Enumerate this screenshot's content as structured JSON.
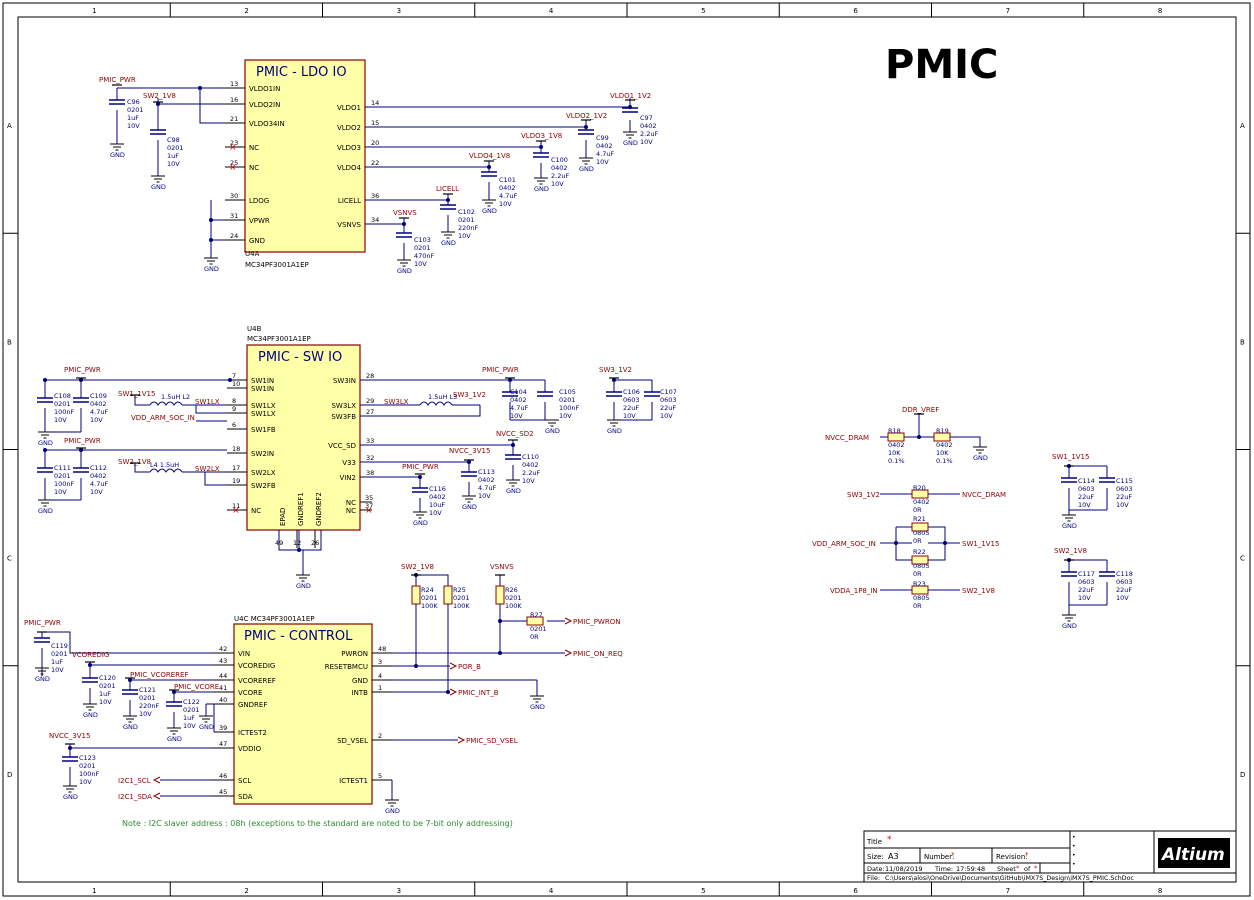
{
  "sheet": {
    "title": "PMIC",
    "note": "Note : I2C slaver address : 08h (exceptions to the standard are noted to be 7-bit only addressing)",
    "columns": [
      "1",
      "2",
      "3",
      "4",
      "5",
      "6",
      "7",
      "8"
    ],
    "rows": [
      "A",
      "B",
      "C",
      "D"
    ]
  },
  "ldo": {
    "title": "PMIC - LDO IO",
    "designator": "U4A",
    "part": "MC34PF3001A1EP",
    "left_pins": [
      {
        "n": "13",
        "name": "VLDO1IN"
      },
      {
        "n": "16",
        "name": "VLDO2IN"
      },
      {
        "n": "21",
        "name": "VLDO34IN"
      },
      {
        "n": "23",
        "name": "NC"
      },
      {
        "n": "25",
        "name": "NC"
      },
      {
        "n": "30",
        "name": "LDOG"
      },
      {
        "n": "31",
        "name": "VPWR"
      },
      {
        "n": "24",
        "name": "GND"
      }
    ],
    "right_pins": [
      {
        "n": "14",
        "name": "VLDO1"
      },
      {
        "n": "15",
        "name": "VLDO2"
      },
      {
        "n": "20",
        "name": "VLDO3"
      },
      {
        "n": "22",
        "name": "VLDO4"
      },
      {
        "n": "36",
        "name": "LICELL"
      },
      {
        "n": "34",
        "name": "VSNVS"
      }
    ]
  },
  "sw": {
    "title": "PMIC - SW IO",
    "designator": "U4B",
    "part": "MC34PF3001A1EP",
    "left_pins": [
      {
        "n": "7",
        "name": "SW1IN"
      },
      {
        "n": "10",
        "name": "SW1IN"
      },
      {
        "n": "8",
        "name": "SW1LX"
      },
      {
        "n": "9",
        "name": "SW1LX"
      },
      {
        "n": "6",
        "name": "SW1FB"
      },
      {
        "n": "18",
        "name": "SW2IN"
      },
      {
        "n": "17",
        "name": "SW2LX"
      },
      {
        "n": "19",
        "name": "SW2FB"
      },
      {
        "n": "11",
        "name": "NC"
      }
    ],
    "right_pins": [
      {
        "n": "28",
        "name": "SW3IN"
      },
      {
        "n": "29",
        "name": "SW3LX"
      },
      {
        "n": "27",
        "name": "SW3FB"
      },
      {
        "n": "33",
        "name": "VCC_SD"
      },
      {
        "n": "32",
        "name": "V33"
      },
      {
        "n": "38",
        "name": "VIN2"
      },
      {
        "n": "35",
        "name": "NC"
      },
      {
        "n": "37",
        "name": "NC"
      }
    ],
    "bottom_pins": [
      {
        "n": "49",
        "name": "EPAD"
      },
      {
        "n": "12",
        "name": "GNDREF1"
      },
      {
        "n": "26",
        "name": "GNDREF2"
      }
    ]
  },
  "ctrl": {
    "title": "PMIC - CONTROL",
    "designator": "U4C",
    "part": "MC34PF3001A1EP",
    "left_pins": [
      {
        "n": "42",
        "name": "VIN"
      },
      {
        "n": "43",
        "name": "VCOREDIG"
      },
      {
        "n": "44",
        "name": "VCOREREF"
      },
      {
        "n": "41",
        "name": "VCORE"
      },
      {
        "n": "40",
        "name": "GNDREF"
      },
      {
        "n": "39",
        "name": "ICTEST2"
      },
      {
        "n": "47",
        "name": "VDDIO"
      },
      {
        "n": "46",
        "name": "SCL"
      },
      {
        "n": "45",
        "name": "SDA"
      }
    ],
    "right_pins": [
      {
        "n": "48",
        "name": "PWRON"
      },
      {
        "n": "3",
        "name": "RESETBMCU"
      },
      {
        "n": "4",
        "name": "GND"
      },
      {
        "n": "1",
        "name": "INTB"
      },
      {
        "n": "2",
        "name": "SD_VSEL"
      },
      {
        "n": "5",
        "name": "ICTEST1"
      }
    ]
  },
  "nets": {
    "pmic_pwr": "PMIC_PWR",
    "sw2_1v8": "SW2_1V8",
    "vldo1": "VLDO1_1V2",
    "vldo2": "VLDO2_1V2",
    "vldo3": "VLDO3_1V8",
    "vldo4": "VLDO4_1V8",
    "licell": "LICELL",
    "vsnvs": "VSNVS",
    "gnd": "GND",
    "sw1_1v15": "SW1_1V15",
    "sw1lx": "SW1LX",
    "vdd_arm": "VDD_ARM_SOC_IN",
    "sw2lx": "SW2LX",
    "sw3lx": "SW3LX",
    "sw3_1v2": "SW3_1V2",
    "nvcc_sd2": "NVCC_SD2",
    "nvcc_3v15": "NVCC_3V15",
    "vcoredig": "VCOREDIG",
    "pmic_vcoreref": "PMIC_VCOREREF",
    "pmic_vcore": "PMIC_VCORE",
    "pmic_pwron": "PMIC_PWRON",
    "por_b": "POR_B",
    "pmic_on_req": "PMIC_ON_REQ",
    "pmic_int_b": "PMIC_INT_B",
    "pmic_sd_vsel": "PMIC_SD_VSEL",
    "i2c1_scl": "I2C1_SCL",
    "i2c1_sda": "I2C1_SDA",
    "ddr_vref": "DDR_VREF",
    "nvcc_dram": "NVCC_DRAM",
    "sw3_1v2_b": "SW3_1V2",
    "vdda_1p8_in": "VDDA_1P8_IN"
  },
  "caps": {
    "c96": [
      "C96",
      "0201",
      "1uF",
      "10V"
    ],
    "c98": [
      "C98",
      "0201",
      "1uF",
      "10V"
    ],
    "c97": [
      "C97",
      "0402",
      "2.2uF",
      "10V"
    ],
    "c99": [
      "C99",
      "0402",
      "4.7uF",
      "10V"
    ],
    "c100": [
      "C100",
      "0402",
      "2.2uF",
      "10V"
    ],
    "c101": [
      "C101",
      "0402",
      "4.7uF",
      "10V"
    ],
    "c102": [
      "C102",
      "0201",
      "220nF",
      "10V"
    ],
    "c103": [
      "C103",
      "0201",
      "470nF",
      "10V"
    ],
    "c108": [
      "C108",
      "0201",
      "100nF",
      "10V"
    ],
    "c109": [
      "C109",
      "0402",
      "4.7uF",
      "10V"
    ],
    "c111": [
      "C111",
      "0201",
      "100nF",
      "10V"
    ],
    "c112": [
      "C112",
      "0402",
      "4.7uF",
      "10V"
    ],
    "c104": [
      "C104",
      "0402",
      "4.7uF",
      "10V"
    ],
    "c105": [
      "C105",
      "0201",
      "100nF",
      "10V"
    ],
    "c106": [
      "C106",
      "0603",
      "22uF",
      "10V"
    ],
    "c107": [
      "C107",
      "0603",
      "22uF",
      "10V"
    ],
    "c110": [
      "C110",
      "0402",
      "2.2uF",
      "10V"
    ],
    "c113": [
      "C113",
      "0402",
      "4.7uF",
      "10V"
    ],
    "c116": [
      "C116",
      "0402",
      "10uF",
      "10V"
    ],
    "c119": [
      "C119",
      "0201",
      "1uF",
      "10V"
    ],
    "c120": [
      "C120",
      "0201",
      "1uF",
      "10V"
    ],
    "c121": [
      "C121",
      "0201",
      "220nF",
      "10V"
    ],
    "c122": [
      "C122",
      "0201",
      "1uF",
      "10V"
    ],
    "c123": [
      "C123",
      "0201",
      "100nF",
      "10V"
    ],
    "c114": [
      "C114",
      "0603",
      "22uF",
      "10V"
    ],
    "c115": [
      "C115",
      "0603",
      "22uF",
      "10V"
    ],
    "c117": [
      "C117",
      "0603",
      "22uF",
      "10V"
    ],
    "c118": [
      "C118",
      "0603",
      "22uF",
      "10V"
    ]
  },
  "inductors": {
    "l2": [
      "1.5uH",
      "L2"
    ],
    "l3": [
      "1.5uH",
      "L3"
    ],
    "l4": [
      "L4",
      "1.5uH"
    ]
  },
  "resistors": {
    "r24": [
      "R24",
      "0201",
      "100K"
    ],
    "r25": [
      "R25",
      "0201",
      "100K"
    ],
    "r26": [
      "R26",
      "0201",
      "100K"
    ],
    "r27": [
      "R27",
      "0201",
      "0R"
    ],
    "r18": [
      "R18",
      "0402",
      "10K",
      "0.1%"
    ],
    "r19": [
      "R19",
      "0402",
      "10K",
      "0.1%"
    ],
    "r20": [
      "R20",
      "0402",
      "0R"
    ],
    "r21": [
      "R21",
      "0805",
      "0R"
    ],
    "r22": [
      "R22",
      "0805",
      "0R"
    ],
    "r23": [
      "R23",
      "0805",
      "0R"
    ]
  },
  "titleblock": {
    "title_label": "Title",
    "title_value": "*",
    "size_label": "Size:",
    "size_value": "A3",
    "number_label": "Number:",
    "number_value": "*",
    "revision_label": "Revision:",
    "revision_value": "*",
    "date_label": "Date:",
    "date_value": "11/08/2019",
    "time_label": "Time:",
    "time_value": "17:59:48",
    "sheet_label": "Sheet",
    "sheet_value": "*",
    "of_label": "of",
    "of_value": "*",
    "file_label": "File:",
    "file_value": "C:\\Users\\alosi\\OneDrive\\Documents\\GitHub\\iMX7S_Design\\iMX7S_PMIC.SchDoc",
    "logo": "Altium"
  }
}
